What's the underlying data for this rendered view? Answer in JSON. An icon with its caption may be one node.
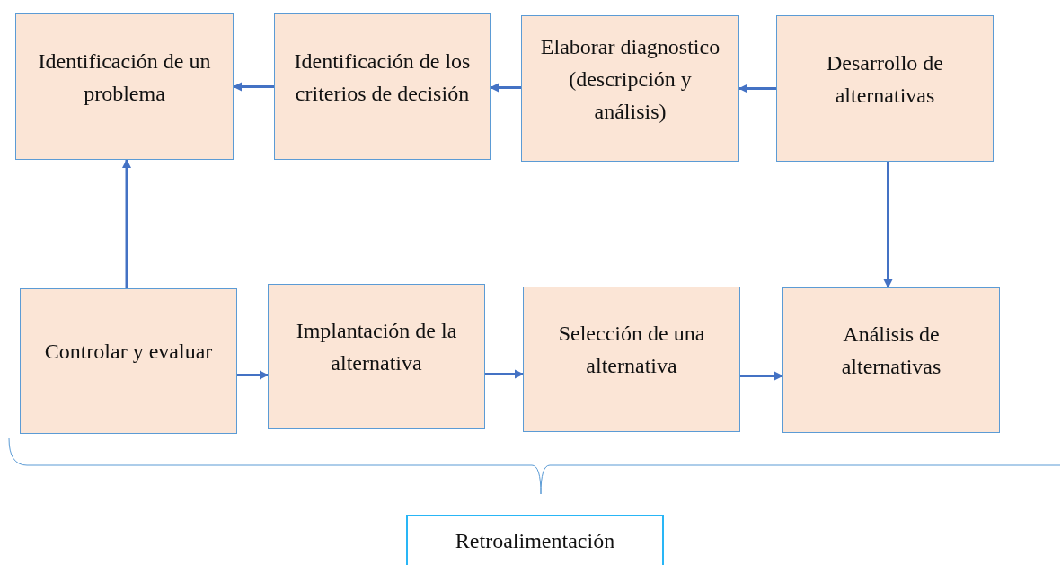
{
  "diagram": {
    "nodes": [
      {
        "text": [
          "Identificación de un problema"
        ]
      },
      {
        "text": [
          "Identificación de los criterios de decisión"
        ]
      },
      {
        "text": [
          "Elaborar diagnostico (descripción y análisis)"
        ]
      },
      {
        "text": [
          "Desarrollo de alternativas"
        ]
      },
      {
        "text": [
          "Controlar y evaluar"
        ]
      },
      {
        "text": [
          "Implantación de la alternativa"
        ]
      },
      {
        "text": [
          "Selección de una alternativa"
        ]
      },
      {
        "text": [
          "Análisis de alternativas"
        ]
      },
      {
        "text": [
          "Retroalimentación"
        ]
      }
    ],
    "edges": [
      {
        "from": 1,
        "to": 0,
        "arrow": "to"
      },
      {
        "from": 2,
        "to": 1,
        "arrow": "to"
      },
      {
        "from": 3,
        "to": 2,
        "arrow": "to"
      },
      {
        "from": 3,
        "to": 7,
        "arrow": "to"
      },
      {
        "from": 4,
        "to": 0,
        "arrow": "to"
      },
      {
        "from": 4,
        "to": 5,
        "arrow": "to"
      },
      {
        "from": 5,
        "to": 6,
        "arrow": "to"
      },
      {
        "from": 6,
        "to": 7,
        "arrow": "to"
      }
    ]
  }
}
